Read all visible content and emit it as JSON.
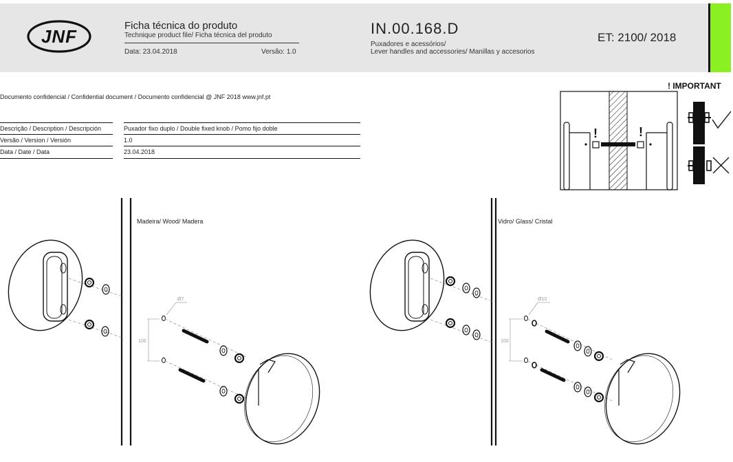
{
  "header": {
    "logo_text": "JNF",
    "title": "Ficha técnica do produto",
    "subtitle": "Technique product file/ Ficha técnica del produto",
    "date": "Data: 23.04.2018",
    "version": "Versão: 1.0",
    "code": "IN.00.168.D",
    "category_line1": "Puxadores e acessórios/",
    "category_line2": "Lever handles and accessories/ Manillas y accesorios",
    "et": "ET: 2100/ 2018",
    "accent_color": "#8bf021"
  },
  "confidential": "Documento confidencial / Confidential document / Documento confidencial @ JNF 2018 www.jnf.pt",
  "info_table": [
    {
      "label": "Descrição / Description / Descripción",
      "value": "Puxador fixo duplo / Double fixed knob / Pomo fijo doble"
    },
    {
      "label": "Versão / Version / Versión",
      "value": "1.0"
    },
    {
      "label": "Data / Date / Data",
      "value": "23.04.2018"
    }
  ],
  "important": {
    "title": "! IMPORTANT",
    "mark": "!"
  },
  "drawings": {
    "wood": {
      "label": "Madeira/ Wood/ Madera",
      "hole": "Ø7",
      "spacing": "100"
    },
    "glass": {
      "label": "Vidro/ Glass/ Cristal",
      "hole": "Ø10",
      "spacing": "100"
    }
  }
}
